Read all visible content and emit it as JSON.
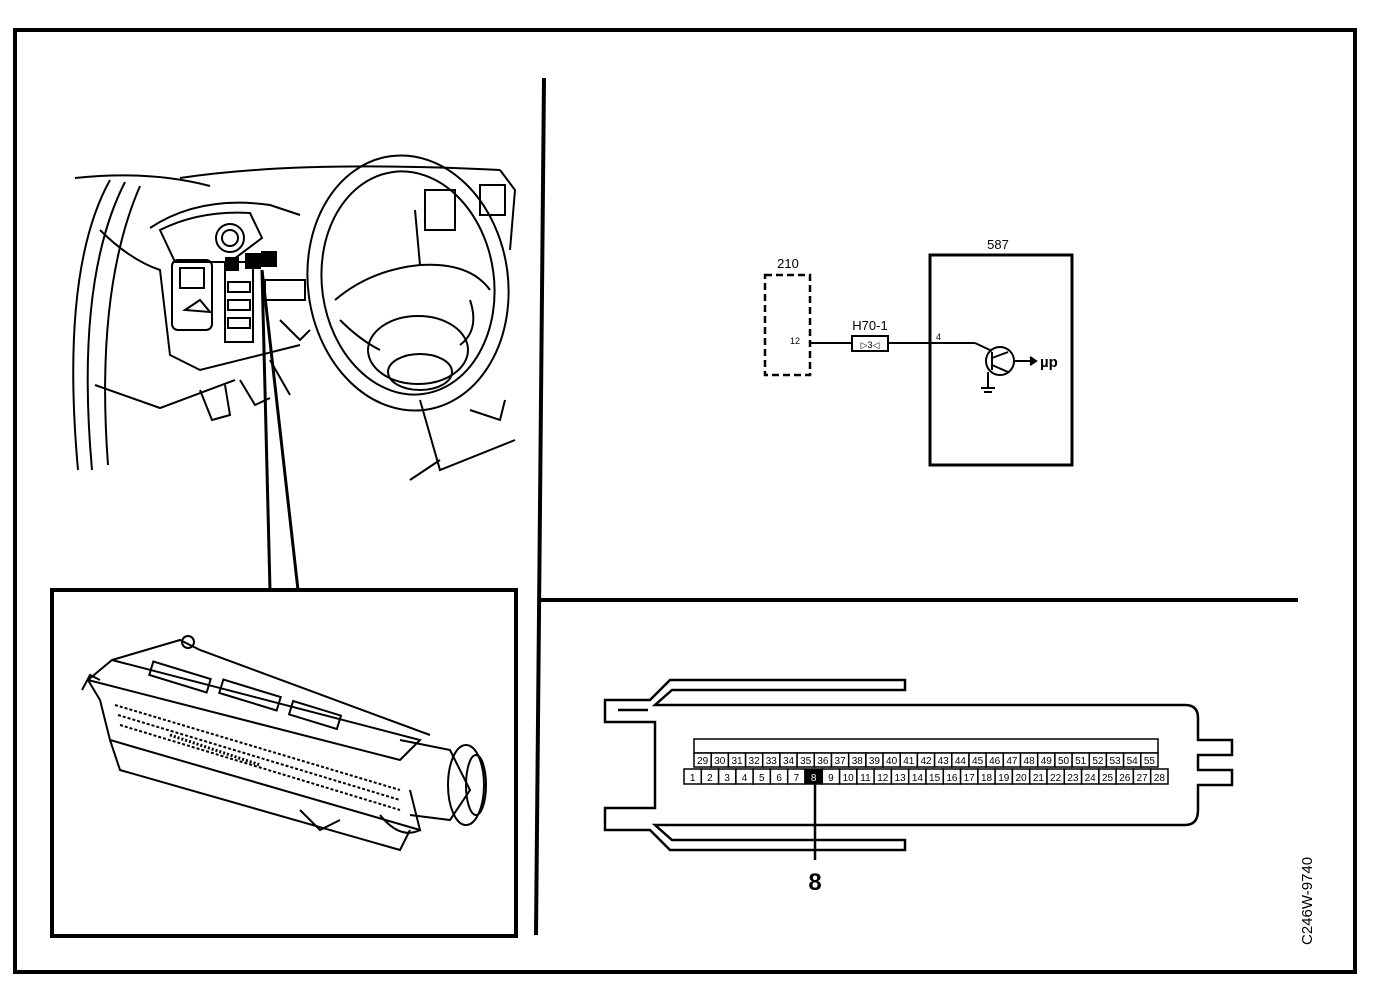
{
  "schematic": {
    "left_box_label": "210",
    "left_box_pin": "12",
    "connector_label": "H70-1",
    "connector_pins": "▷3◁",
    "right_box_label": "587",
    "right_box_pin": "4",
    "output_label": "µp"
  },
  "connector": {
    "top_row_pins": [
      "29",
      "30",
      "31",
      "32",
      "33",
      "34",
      "35",
      "36",
      "37",
      "38",
      "39",
      "40",
      "41",
      "42",
      "43",
      "44",
      "45",
      "46",
      "47",
      "48",
      "49",
      "50",
      "51",
      "52",
      "53",
      "54",
      "55"
    ],
    "bottom_row_pins": [
      "1",
      "2",
      "3",
      "4",
      "5",
      "6",
      "7",
      "8",
      "9",
      "10",
      "11",
      "12",
      "13",
      "14",
      "15",
      "16",
      "17",
      "18",
      "19",
      "20",
      "21",
      "22",
      "23",
      "24",
      "25",
      "26",
      "27",
      "28"
    ],
    "highlighted_pin": "8",
    "callout_label": "8"
  },
  "figure_code": "C246W-9740"
}
